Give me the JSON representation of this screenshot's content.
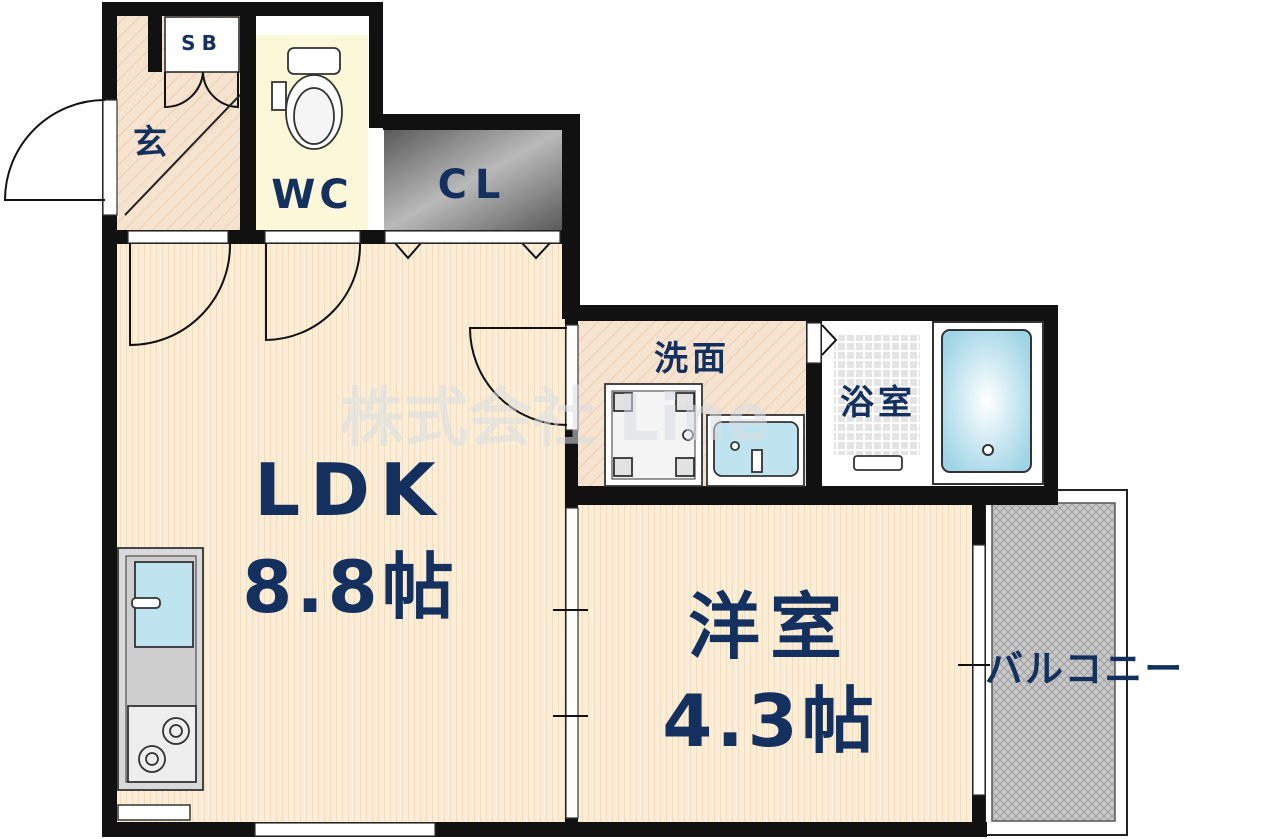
{
  "rooms": {
    "ldk": {
      "name": "LDK",
      "size": "8.8帖"
    },
    "western": {
      "name": "洋室",
      "size": "4.3帖"
    },
    "entrance": {
      "name": "玄"
    },
    "shoe_box": {
      "name": "SB"
    },
    "toilet": {
      "name": "WC"
    },
    "closet": {
      "name": "CL"
    },
    "washroom": {
      "name": "洗面"
    },
    "bathroom": {
      "name": "浴室"
    },
    "balcony": {
      "name": "バルコニー"
    }
  },
  "watermark": "株式会社 Line",
  "colors": {
    "wall": "#111111",
    "floor_wood": "#fbeed8",
    "floor_entrance": "#f6e3cf",
    "toilet_floor": "#fbf7d9",
    "closet_fill": "#8a8a8a",
    "label": "#13305e",
    "fixture_blue": "#bfe4ef"
  }
}
